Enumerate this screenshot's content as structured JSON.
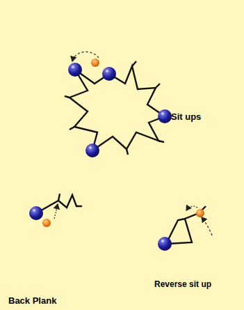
{
  "diagram": {
    "labels": [
      "Sit ups",
      "Back Plank",
      "Reverse sit up"
    ]
  }
}
